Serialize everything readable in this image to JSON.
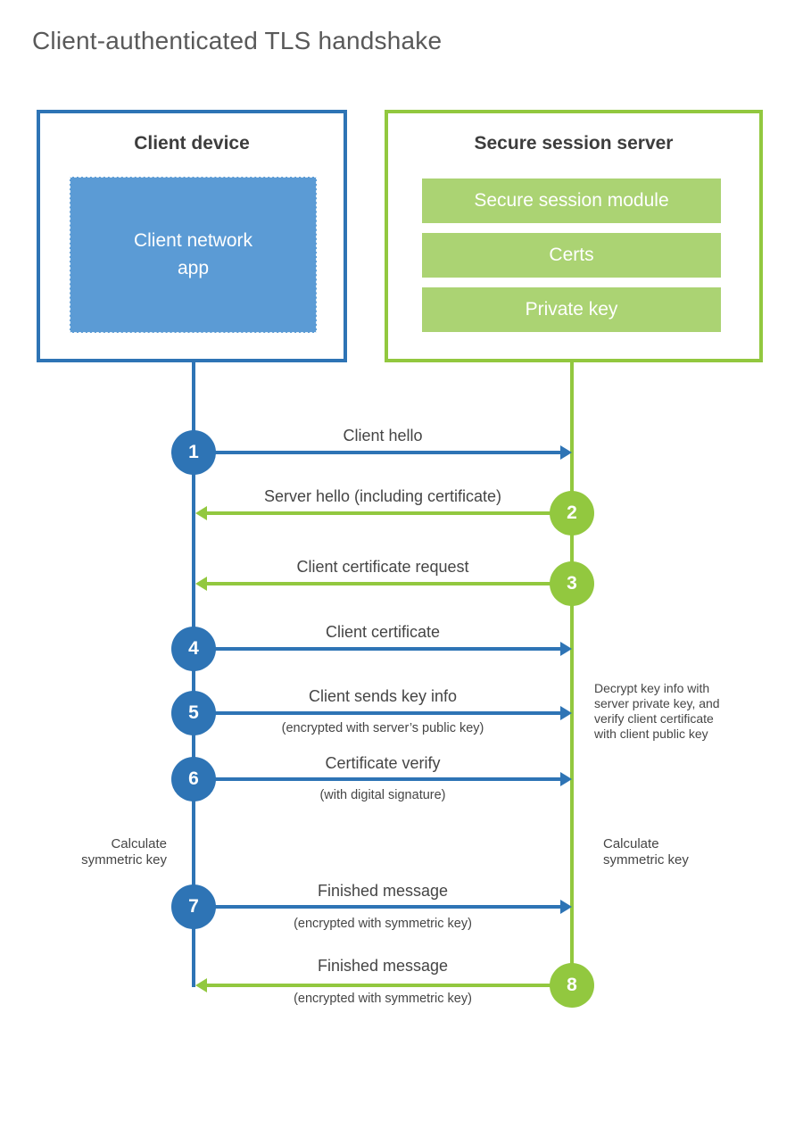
{
  "title": "Client-authenticated TLS handshake",
  "colors": {
    "blue": "#2e74b5",
    "blue_light": "#5b9bd5",
    "green": "#92c83f",
    "green_light": "#abd373",
    "ink": "#454545",
    "title_gray": "#595959",
    "heading": "#3d3d3d"
  },
  "client_box": {
    "title": "Client device",
    "app_label": "Client network\napp"
  },
  "server_box": {
    "title": "Secure session server",
    "modules": [
      "Secure session module",
      "Certs",
      "Private key"
    ]
  },
  "steps": [
    {
      "num": "1",
      "label": "Client hello",
      "sub": "",
      "direction": "right",
      "color": "blue"
    },
    {
      "num": "2",
      "label": "Server hello (including certificate)",
      "sub": "",
      "direction": "left",
      "color": "green"
    },
    {
      "num": "3",
      "label": "Client certificate request",
      "sub": "",
      "direction": "left",
      "color": "green"
    },
    {
      "num": "4",
      "label": "Client certificate",
      "sub": "",
      "direction": "right",
      "color": "blue"
    },
    {
      "num": "5",
      "label": "Client sends key info",
      "sub": "(encrypted with server’s public key)",
      "direction": "right",
      "color": "blue"
    },
    {
      "num": "6",
      "label": "Certificate verify",
      "sub": "(with digital signature)",
      "direction": "right",
      "color": "blue"
    },
    {
      "num": "7",
      "label": "Finished message",
      "sub": "(encrypted with symmetric key)",
      "direction": "right",
      "color": "blue"
    },
    {
      "num": "8",
      "label": "Finished message",
      "sub": "(encrypted with symmetric key)",
      "direction": "left",
      "color": "green"
    }
  ],
  "notes": {
    "calc_left": "Calculate\nsymmetric key",
    "calc_right": "Calculate\nsymmetric key",
    "decrypt": "Decrypt key info with\nserver private key, and\nverify client certificate\nwith client public key"
  }
}
